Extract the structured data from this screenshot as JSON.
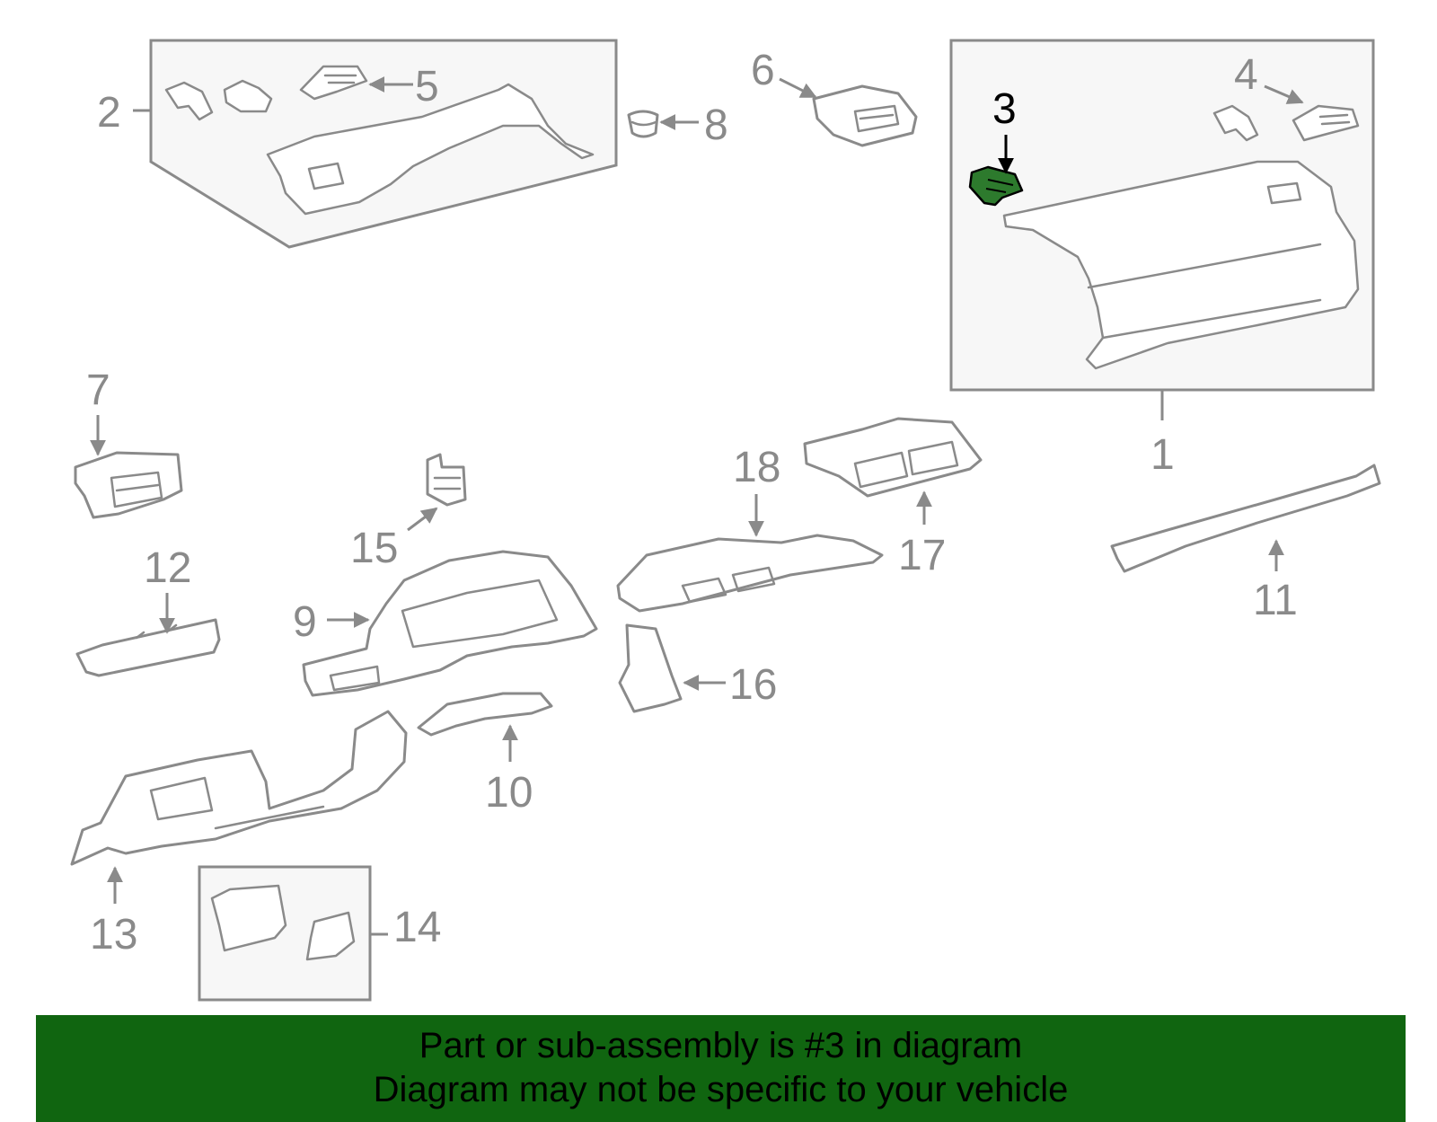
{
  "diagram": {
    "callouts": {
      "c1": "1",
      "c2": "2",
      "c3": "3",
      "c4": "4",
      "c5": "5",
      "c6": "6",
      "c7": "7",
      "c8": "8",
      "c9": "9",
      "c10": "10",
      "c11": "11",
      "c12": "12",
      "c13": "13",
      "c14": "14",
      "c15": "15",
      "c16": "16",
      "c17": "17",
      "c18": "18"
    },
    "highlight_part": "3",
    "colors": {
      "line": "#8a8a8a",
      "highlight_fill": "#2d7a2d",
      "banner_bg": "#106510",
      "banner_text": "#000000"
    }
  },
  "banner": {
    "line1": "Part or sub-assembly is #3 in diagram",
    "line2": "Diagram may not be specific to your vehicle"
  }
}
